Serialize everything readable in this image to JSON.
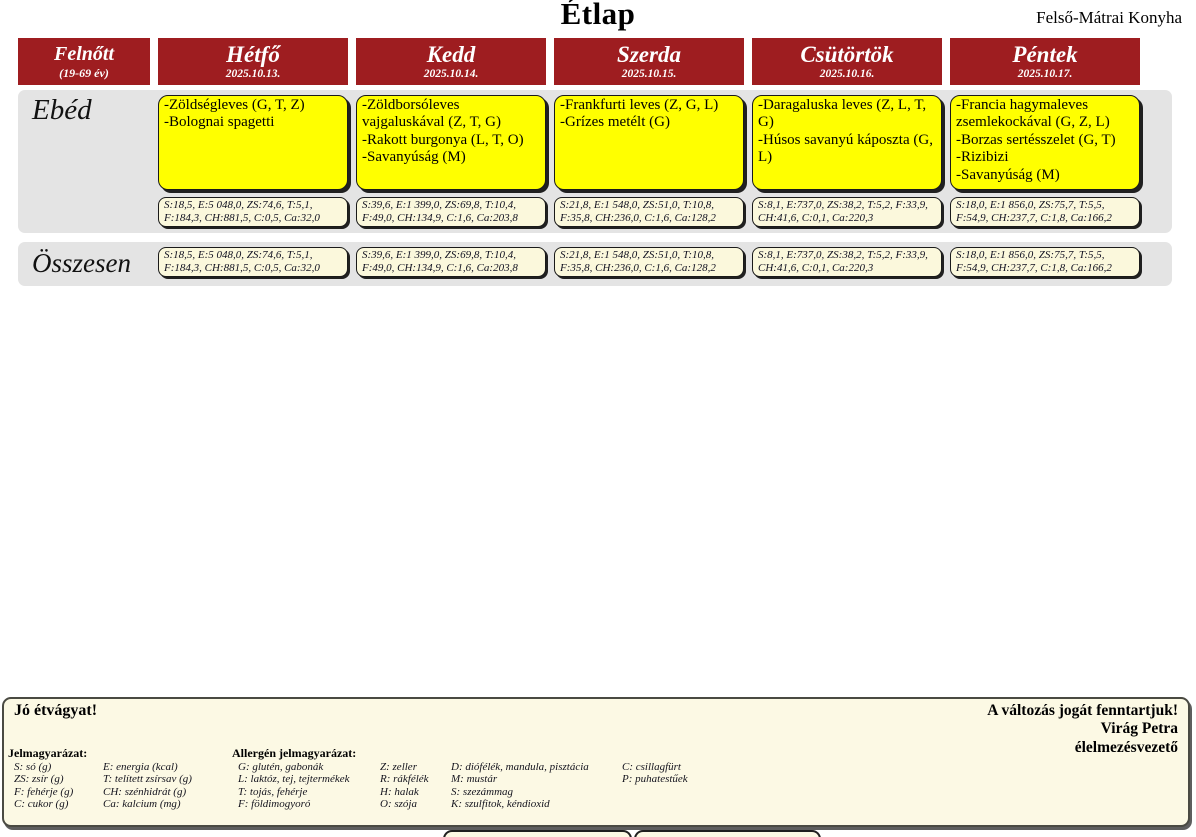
{
  "page": {
    "title": "Étlap",
    "organization": "Felső-Mátrai Konyha"
  },
  "header": {
    "group": {
      "label": "Felnőtt",
      "sublabel": "(19-69 év)"
    },
    "days": [
      {
        "name": "Hétfő",
        "date": "2025.10.13."
      },
      {
        "name": "Kedd",
        "date": "2025.10.14."
      },
      {
        "name": "Szerda",
        "date": "2025.10.15."
      },
      {
        "name": "Csütörtök",
        "date": "2025.10.16."
      },
      {
        "name": "Péntek",
        "date": "2025.10.17."
      }
    ]
  },
  "rows": {
    "lunch_label": "Ebéd",
    "total_label": "Összesen"
  },
  "days": [
    {
      "menu": "-Zöldségleves (G, T, Z)\n-Bolognai spagetti",
      "nutrition": "S:18,5, E:5 048,0, ZS:74,6, T:5,1, F:184,3, CH:881,5, C:0,5, Ca:32,0",
      "total": "S:18,5, E:5 048,0, ZS:74,6, T:5,1, F:184,3, CH:881,5, C:0,5, Ca:32,0"
    },
    {
      "menu": "-Zöldborsóleves vajgaluskával (Z, T, G)\n-Rakott burgonya  (L, T, O)\n-Savanyúság (M)",
      "nutrition": "S:39,6, E:1 399,0, ZS:69,8, T:10,4, F:49,0, CH:134,9, C:1,6, Ca:203,8",
      "total": "S:39,6, E:1 399,0, ZS:69,8, T:10,4, F:49,0, CH:134,9, C:1,6, Ca:203,8"
    },
    {
      "menu": "-Frankfurti leves (Z, G, L)\n-Grízes metélt  (G)",
      "nutrition": "S:21,8, E:1 548,0, ZS:51,0, T:10,8, F:35,8, CH:236,0, C:1,6, Ca:128,2",
      "total": "S:21,8, E:1 548,0, ZS:51,0, T:10,8, F:35,8, CH:236,0, C:1,6, Ca:128,2"
    },
    {
      "menu": "-Daragaluska leves (Z, L, T, G)\n-Húsos savanyú káposzta (G, L)",
      "nutrition": "S:8,1, E:737,0, ZS:38,2, T:5,2, F:33,9, CH:41,6, C:0,1, Ca:220,3",
      "total": "S:8,1, E:737,0, ZS:38,2, T:5,2, F:33,9, CH:41,6, C:0,1, Ca:220,3"
    },
    {
      "menu": "-Francia hagymaleves zsemlekockával (G, Z, L)\n-Borzas sertésszelet  (G, T)\n-Rizibizi\n-Savanyúság (M)",
      "nutrition": "S:18,0, E:1 856,0, ZS:75,7, T:5,5, F:54,9, CH:237,7, C:1,8, Ca:166,2",
      "total": "S:18,0, E:1 856,0, ZS:75,7, T:5,5, F:54,9, CH:237,7, C:1,8, Ca:166,2"
    }
  ],
  "footer": {
    "greeting": "Jó étvágyat!",
    "rights_block": "A változás jogát fenntartjuk!\nVirág Petra\nélelmezésvezető",
    "legend_title": "Jelmagyarázat:",
    "legend_col1": "S: só (g)\nZS: zsír (g)\nF: fehérje (g)\nC: cukor (g)",
    "legend_col2": "E: energia (kcal)\nT: telített zsírsav (g)\nCH: szénhidrát (g)\nCa: kalcium (mg)",
    "allergen_title": "Allergén jelmagyarázat:",
    "allergen_col1": "G: glutén, gabonák\nL: laktóz, tej, tejtermékek\nT: tojás, fehérje\nF: földimogyoró",
    "allergen_col2": "Z: zeller\nR: rákfélék\nH: halak\nO: szója",
    "allergen_col3": "D: diófélék, mandula, pisztácia\nM: mustár\nS: szezámmag\nK: szulfitok, kéndioxid",
    "allergen_col4": "C: csillagfürt\nP: puhatestűek"
  },
  "colors": {
    "accent_red": "#9E1D20",
    "menu_yellow": "#FFFF00",
    "note_cream": "#FBF8DC",
    "band_gray": "#E4E4E4",
    "footer_cream": "#FCF9E4"
  }
}
